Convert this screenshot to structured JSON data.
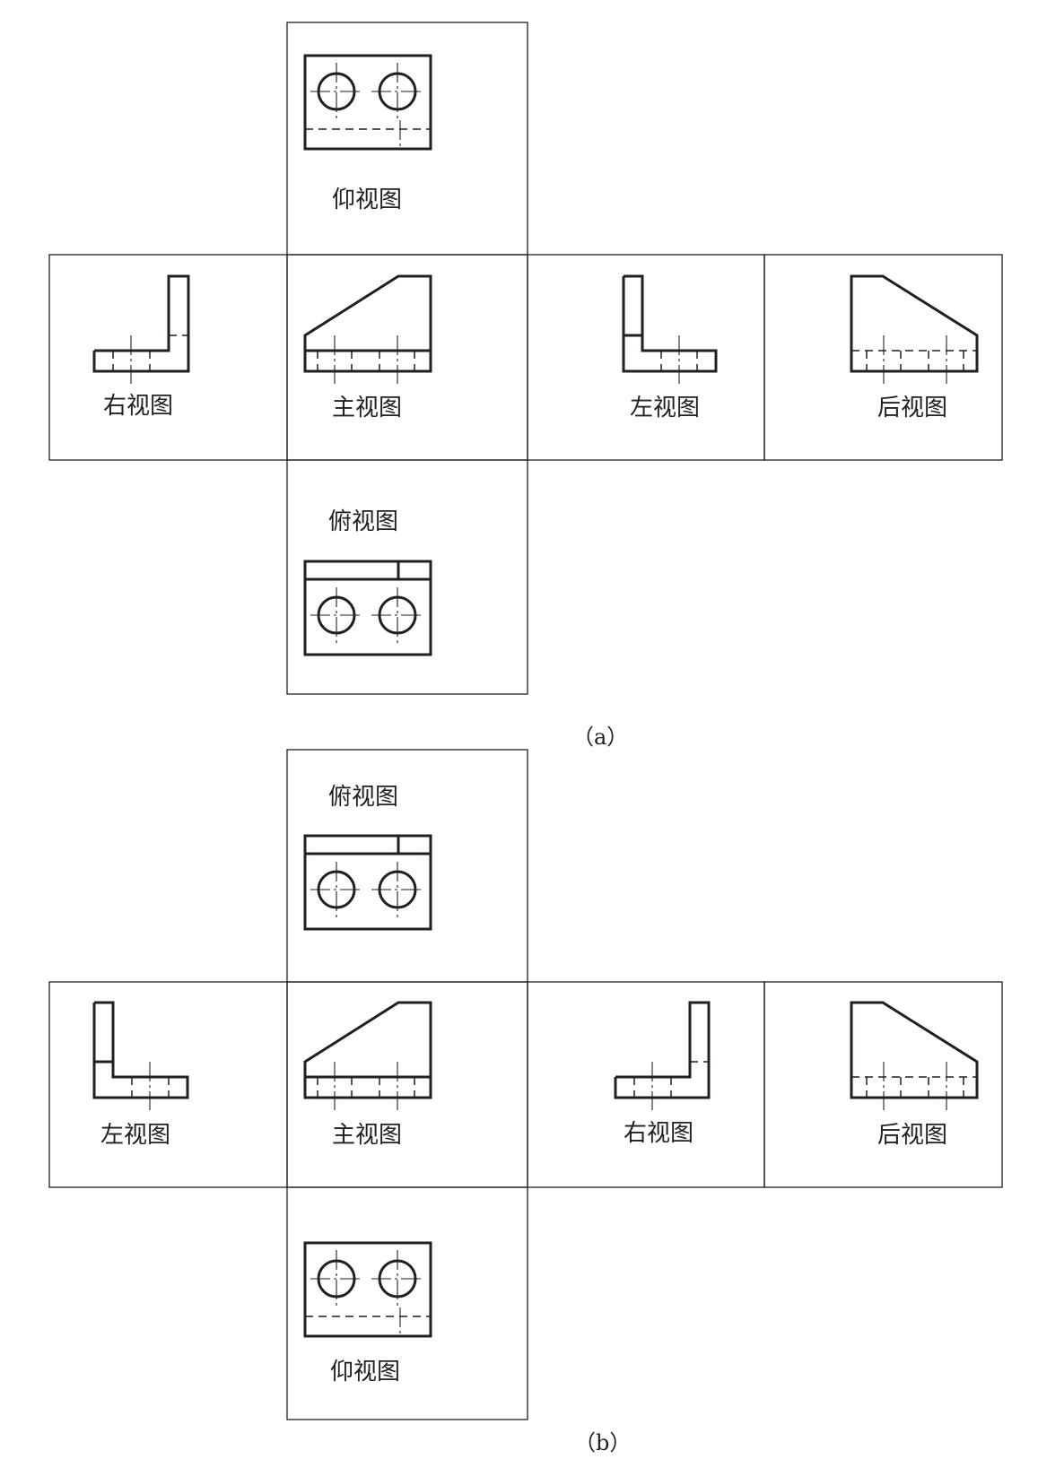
{
  "views": {
    "bottom": "仰视图",
    "right": "右视图",
    "front": "主视图",
    "left": "左视图",
    "back": "后视图",
    "top": "俯视图"
  },
  "captions": {
    "a": "（a）",
    "b": "（b）"
  }
}
